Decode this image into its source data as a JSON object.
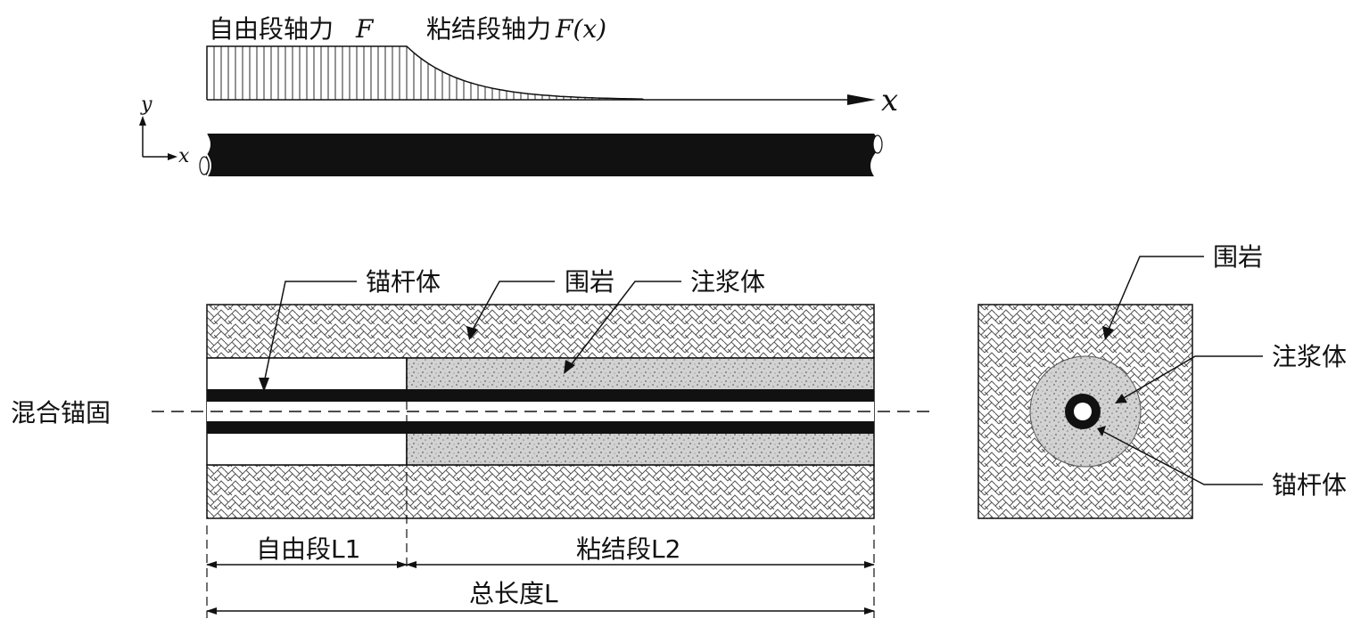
{
  "force_diagram": {
    "free_force_label": "自由段轴力",
    "free_force_symbol": "F",
    "bond_force_label": "粘结段轴力",
    "bond_force_symbol": "F(x)",
    "x_axis_label": "x",
    "coord_y": "y",
    "coord_x": "x"
  },
  "section": {
    "bolt_label": "锚杆体",
    "rock_label": "围岩",
    "grout_label": "注浆体",
    "mode_label": "混合锚固",
    "free_len_label": "自由段L1",
    "bond_len_label": "粘结段L2",
    "total_len_label": "总长度L"
  },
  "cross_section": {
    "rock_label": "围岩",
    "grout_label": "注浆体",
    "bolt_label": "锚杆体"
  },
  "colors": {
    "ink": "#111111",
    "hatch": "#555555",
    "grout_dot": "#6b6b6b"
  }
}
